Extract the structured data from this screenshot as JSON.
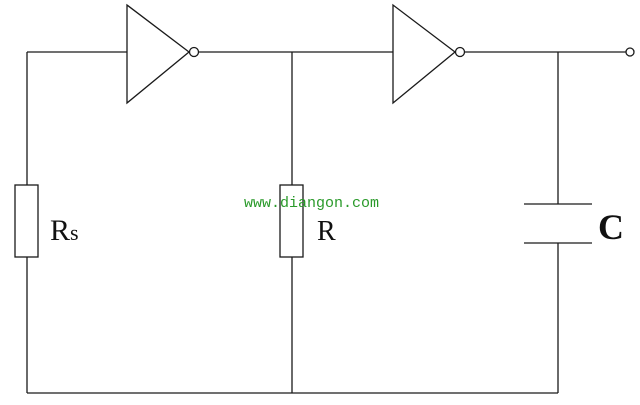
{
  "labels": {
    "rs_letter": "R",
    "rs_subscript": "s",
    "r": "R",
    "c": "C"
  },
  "watermark": "www.diangon.com",
  "colors": {
    "line": "#1a1a1a",
    "watermark": "#2a9a2a"
  }
}
